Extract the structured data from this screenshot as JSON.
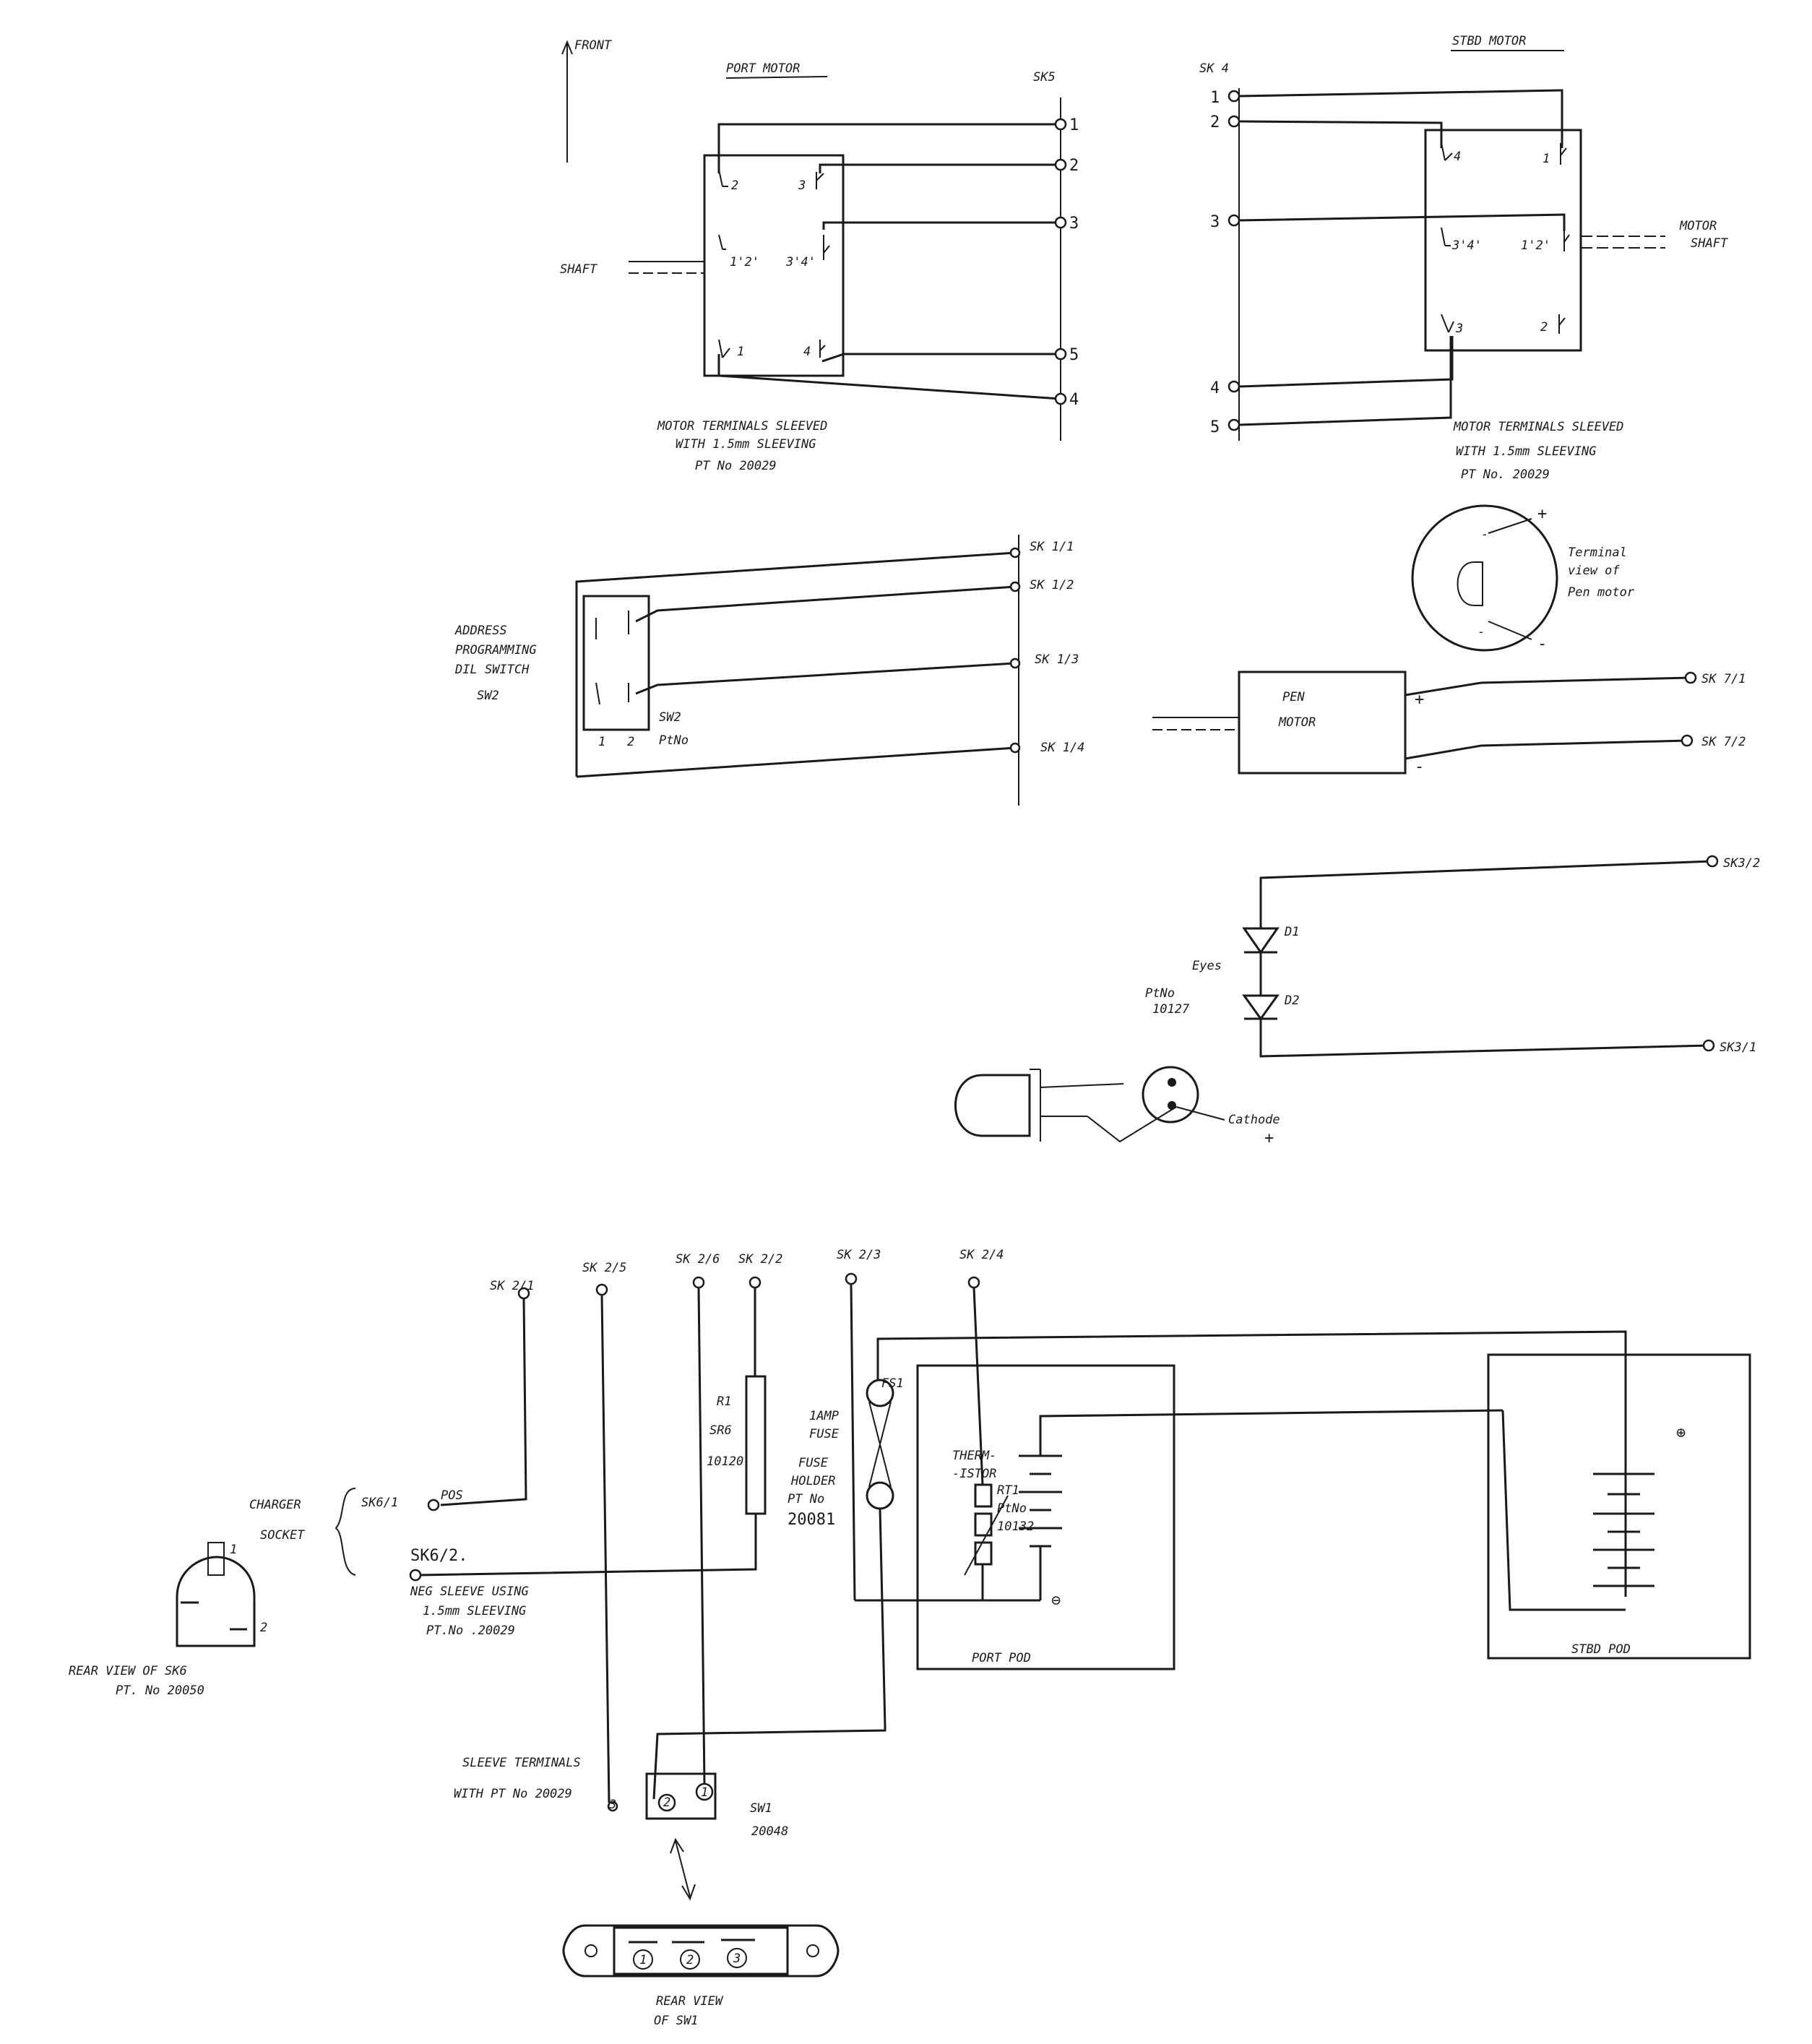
{
  "labels": {
    "front": "FRONT",
    "port_motor_title": "PORT MOTOR",
    "stbd_motor_title": "STBD MOTOR",
    "sk5": "SK5",
    "sk4": "SK 4",
    "shaft": "SHAFT",
    "motor_shaft_1": "MOTOR",
    "motor_shaft_2": "SHAFT",
    "port_note_1": "MOTOR TERMINALS SLEEVED",
    "port_note_2": "WITH 1.5mm SLEEVING",
    "port_note_3": "PT No 20029",
    "stbd_note_1": "MOTOR TERMINALS SLEEVED",
    "stbd_note_2": "WITH 1.5mm SLEEVING",
    "stbd_note_3": "PT No. 20029",
    "sk5_pins": [
      "1",
      "2",
      "3",
      "5",
      "4"
    ],
    "sk4_pins": [
      "1",
      "2",
      "3",
      "4",
      "5"
    ],
    "port_contacts": [
      "2",
      "3",
      "1'2'",
      "3'4'",
      "1",
      "4"
    ],
    "stbd_contacts": [
      "4",
      "1",
      "3'4'",
      "1'2'",
      "3",
      "2"
    ],
    "sk1_labels": [
      "SK 1/1",
      "SK 1/2",
      "SK 1/3",
      "SK 1/4"
    ],
    "address_1": "ADDRESS",
    "address_2": "PROGRAMMING",
    "address_3": "DIL SWITCH",
    "address_4": "SW2",
    "sw2_label": "SW2",
    "sw2_pn": "PtNo",
    "sw2_pins": [
      "1",
      "2"
    ],
    "pen_motor_1": "PEN",
    "pen_motor_2": "MOTOR",
    "pen_plus": "+",
    "pen_minus": "-",
    "sk7_1": "SK 7/1",
    "sk7_2": "SK 7/2",
    "terminal_view_1": "Terminal",
    "terminal_view_2": "view of",
    "terminal_view_3": "Pen motor",
    "tv_plus": "+",
    "tv_minus": "-",
    "sk3_2": "SK3/2",
    "sk3_1": "SK3/1",
    "d1": "D1",
    "d2": "D2",
    "eyes": "Eyes",
    "eyes_pn_1": "PtNo",
    "eyes_pn_2": "10127",
    "cathode": "Cathode",
    "cathode_plus": "+",
    "sk2_labels": [
      "SK 2/1",
      "SK 2/5",
      "SK 2/6",
      "SK 2/2",
      "SK 2/3",
      "SK 2/4"
    ],
    "r1": "R1",
    "r1_type": "SR6",
    "r1_pn": "10120",
    "fs1": "FS1",
    "fuse_1": "1AMP",
    "fuse_2": "FUSE",
    "fuse_3": "FUSE",
    "fuse_4": "HOLDER",
    "fuse_5": "PT No",
    "fuse_6": "20081",
    "therm_1": "THERM-",
    "therm_2": "-ISTOR",
    "therm_3": "RT1",
    "therm_4": "PtNo",
    "therm_5": "10132",
    "port_pod": "PORT POD",
    "stbd_pod": "STBD POD",
    "pod_neg": "⊖",
    "pod_pos": "⊕",
    "charger_1": "CHARGER",
    "charger_2": "SOCKET",
    "sk6_1": "SK6/1",
    "pos": "POS",
    "sk6_2": "SK6/2.",
    "neg_1": "NEG  SLEEVE USING",
    "neg_2": "1.5mm SLEEVING",
    "neg_3": "PT.No .20029",
    "rear_sk6_1": "REAR VIEW OF SK6",
    "rear_sk6_2": "PT. No 20050",
    "sk6_pin1": "1",
    "sk6_pin2": "2",
    "sleeve_1": "SLEEVE TERMINALS",
    "sleeve_2": "WITH PT No 20029",
    "sw1_pins": [
      "3",
      "2",
      "1"
    ],
    "sw1": "SW1",
    "sw1_pn": "20048",
    "rear_sw1_1": "REAR VIEW",
    "rear_sw1_2": "OF SW1",
    "rear_sw1_pins": [
      "1",
      "2",
      "3"
    ]
  }
}
